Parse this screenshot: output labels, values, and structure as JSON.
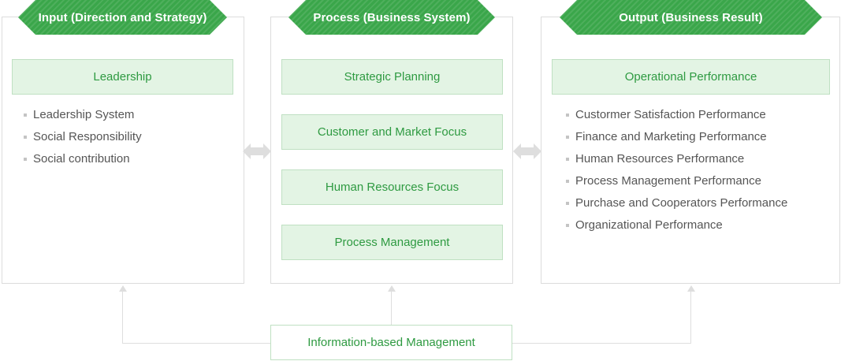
{
  "input": {
    "header": "Input (Direction and Strategy)",
    "box": "Leadership",
    "items": [
      "Leadership System",
      "Social Responsibility",
      "Social contribution"
    ]
  },
  "process": {
    "header": "Process (Business System)",
    "boxes": [
      "Strategic Planning",
      "Customer and Market Focus",
      "Human Resources Focus",
      "Process Management"
    ]
  },
  "output": {
    "header": "Output (Business Result)",
    "box": "Operational Performance",
    "items": [
      "Custormer Satisfaction Performance",
      "Finance and Marketing Performance",
      "Human Resources Performance",
      "Process Management Performance",
      "Purchase and Cooperators Performance",
      "Organizational Performance"
    ]
  },
  "footer": {
    "box": "Information-based Management"
  },
  "colors": {
    "header_green": "#3aa64a",
    "box_fill": "#e3f4e4",
    "box_text": "#2e9a41",
    "border": "#dcdcdc",
    "arrow": "#dedede"
  }
}
